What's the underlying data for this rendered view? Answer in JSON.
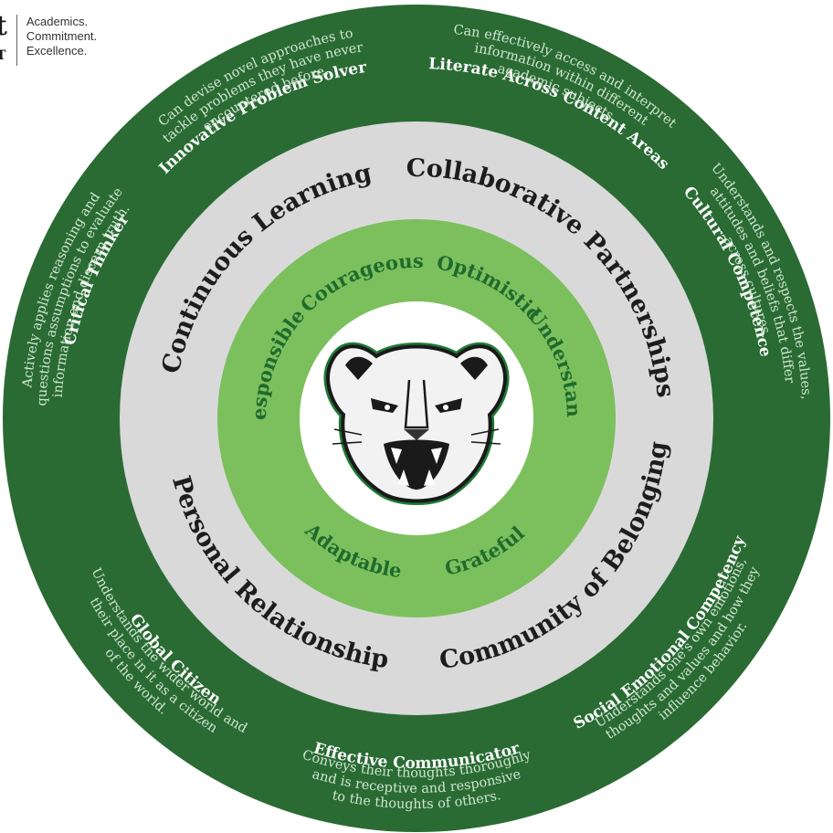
{
  "brand": {
    "logo_fragment_1": "t",
    "logo_fragment_2": "T",
    "tagline": [
      "Academics.",
      "Commitment.",
      "Excellence."
    ]
  },
  "outer_traits": [
    {
      "title": "Innovative Problem Solver",
      "desc": [
        "Can devise novel approaches to",
        "tackle problems they have never",
        "encountered before."
      ]
    },
    {
      "title": "Literate Across Content Areas",
      "desc": [
        "Can effectively access and interpret",
        "information within different",
        "academic subjects."
      ]
    },
    {
      "title": "Cultural Competence",
      "desc": [
        "Understands and respects the values,",
        "attitudes and beliefs that differ",
        "across cultures."
      ]
    },
    {
      "title": "Social Emotional Competency",
      "desc": [
        "Understands one's own emotions,",
        "thoughts and values and how they",
        "influence behavior."
      ]
    },
    {
      "title": "Effective Communicator",
      "desc": [
        "Conveys their thoughts thoroughly",
        "and is receptive and responsive",
        "to the thoughts of others."
      ]
    },
    {
      "title": "Global Citizen",
      "desc": [
        "Understands the wider world and",
        "their place in it as a citizen",
        "of the world."
      ]
    },
    {
      "title": "Critical Thinker",
      "desc": [
        "Actively applies reasoning and",
        "questions assumptions to evaluate",
        "information and discern truth."
      ]
    }
  ],
  "pillars": [
    "Continuous Learning",
    "Collaborative Partnerships",
    "Community of Belonging",
    "Personal Relationship"
  ],
  "values": [
    "Courageous",
    "Optimistic",
    "Understanding",
    "Grateful",
    "Adaptable",
    "Responsible"
  ],
  "mascot": {
    "icon": "cougar-head-icon"
  },
  "colors": {
    "outer_ring": "#2a6b34",
    "middle_ring": "#d9d9d9",
    "inner_ring": "#7cc05e",
    "value_text": "#1f6b2c",
    "pillar_text": "#1d1d1d"
  }
}
